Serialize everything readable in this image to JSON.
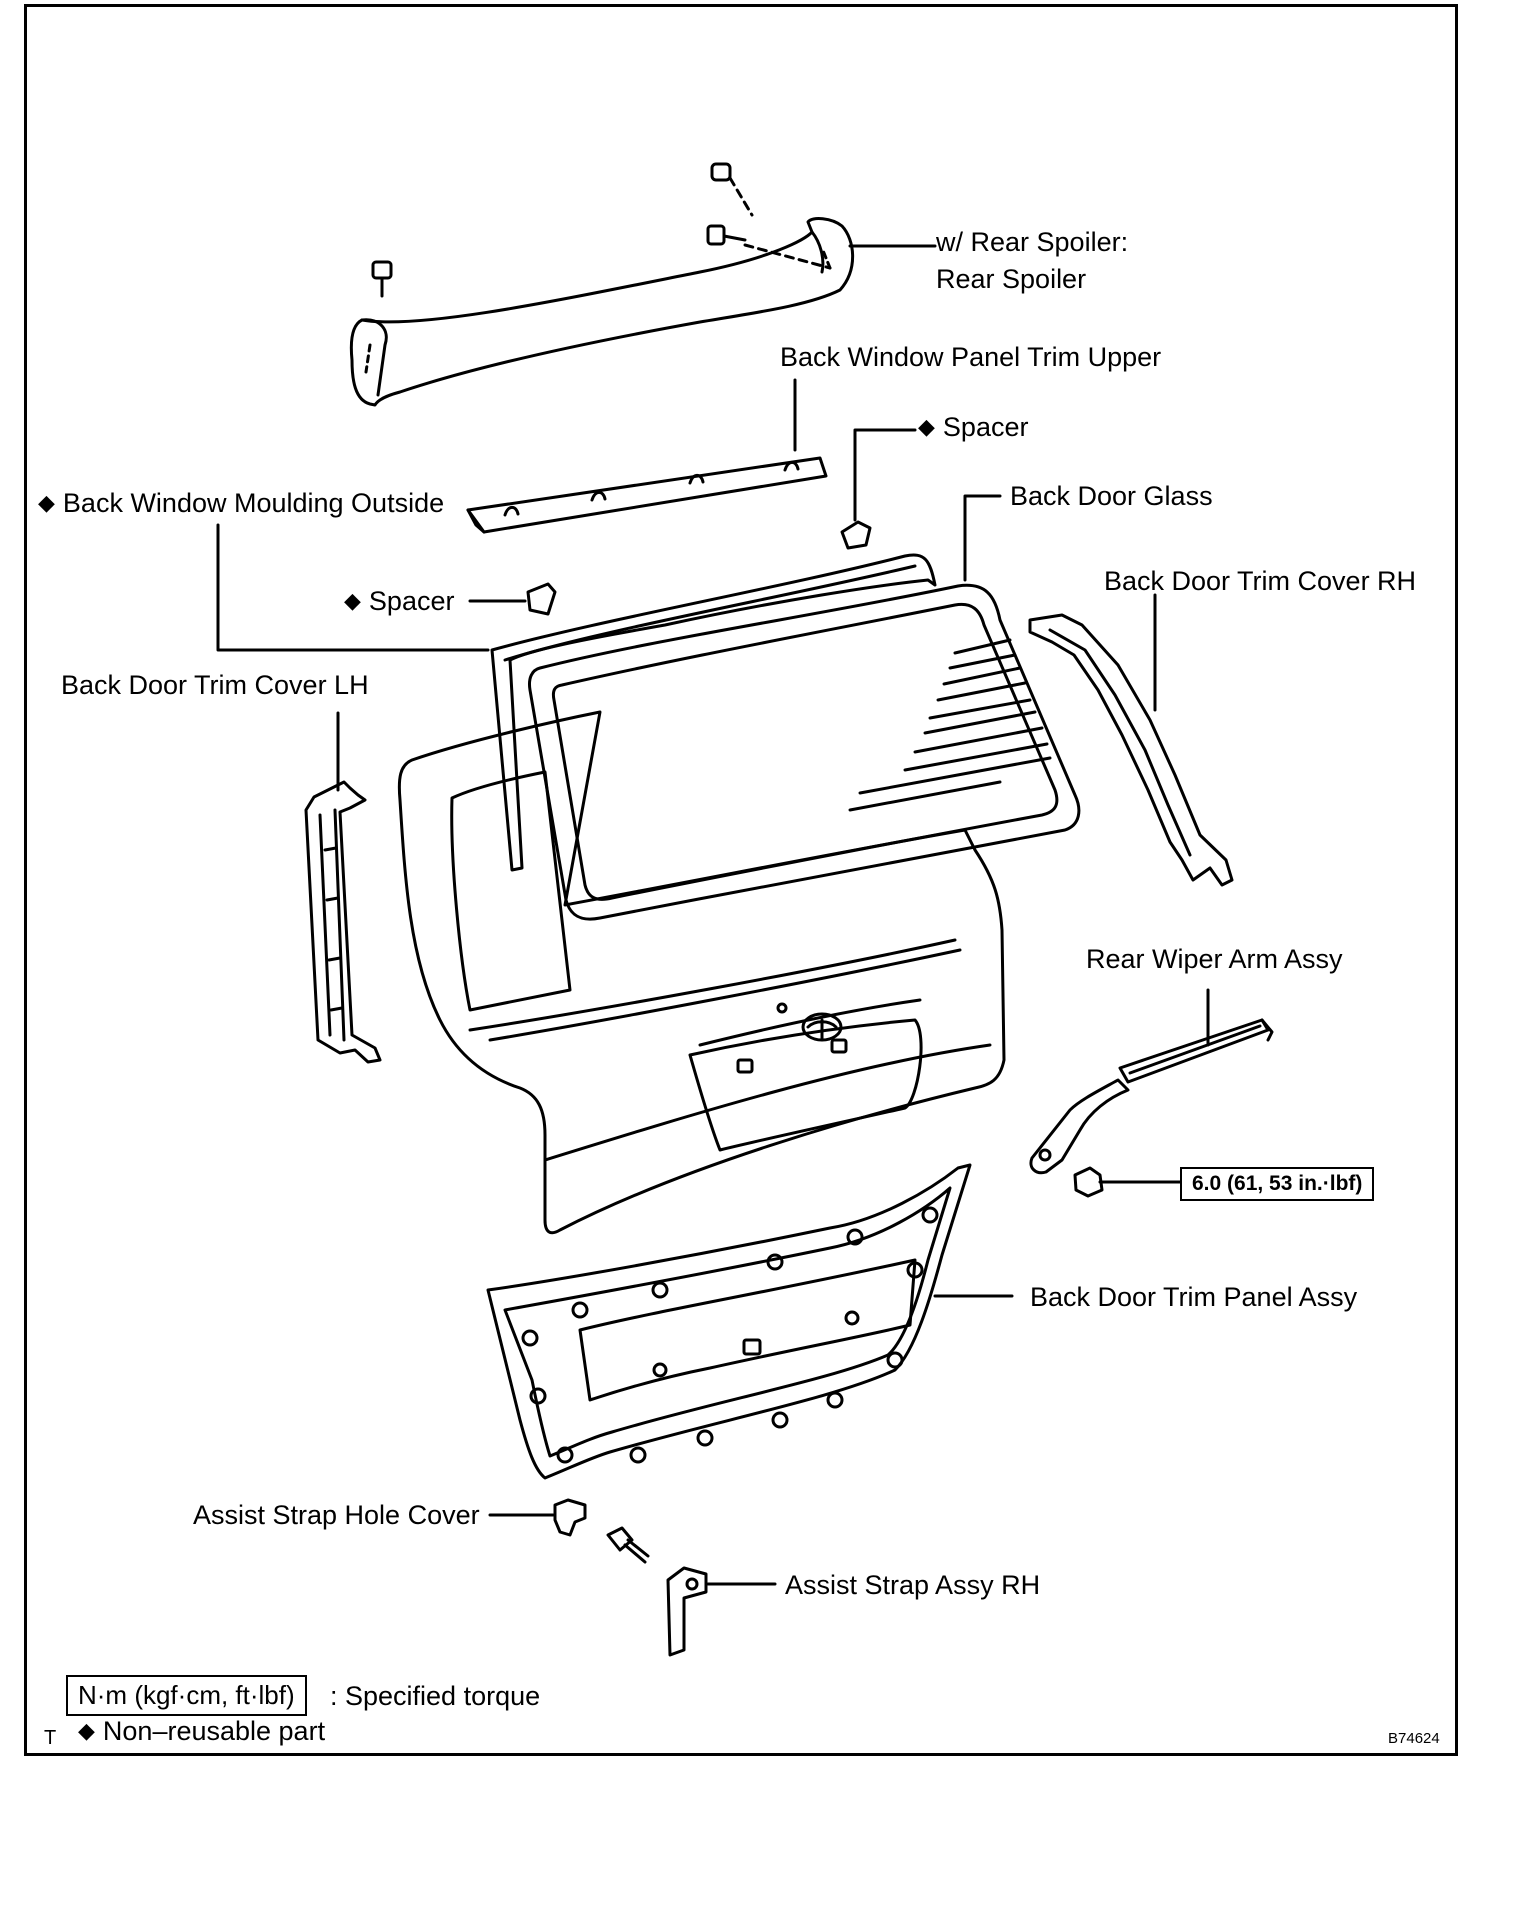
{
  "labels": {
    "rear_spoiler_line1": "w/ Rear Spoiler:",
    "rear_spoiler_line2": "Rear Spoiler",
    "back_window_panel_trim_upper": "Back Window Panel Trim Upper",
    "spacer_upper": "Spacer",
    "back_window_moulding_outside": "Back Window Moulding Outside",
    "back_door_glass": "Back Door Glass",
    "spacer_left": "Spacer",
    "back_door_trim_cover_rh": "Back Door Trim Cover RH",
    "back_door_trim_cover_lh": "Back Door Trim Cover LH",
    "rear_wiper_arm_assy": "Rear Wiper Arm Assy",
    "torque_wiper": "6.0 (61, 53 in.·lbf)",
    "back_door_trim_panel_assy": "Back Door Trim Panel Assy",
    "assist_strap_hole_cover": "Assist Strap Hole Cover",
    "assist_strap_assy_rh": "Assist Strap Assy RH"
  },
  "legend": {
    "torque_units": "N·m (kgf·cm, ft·lbf)",
    "torque_desc": ": Specified torque",
    "non_reusable_desc": "Non–reusable part",
    "corner_mark": "T"
  },
  "figure_code": "B74624",
  "symbols": {
    "diamond": "◆"
  }
}
